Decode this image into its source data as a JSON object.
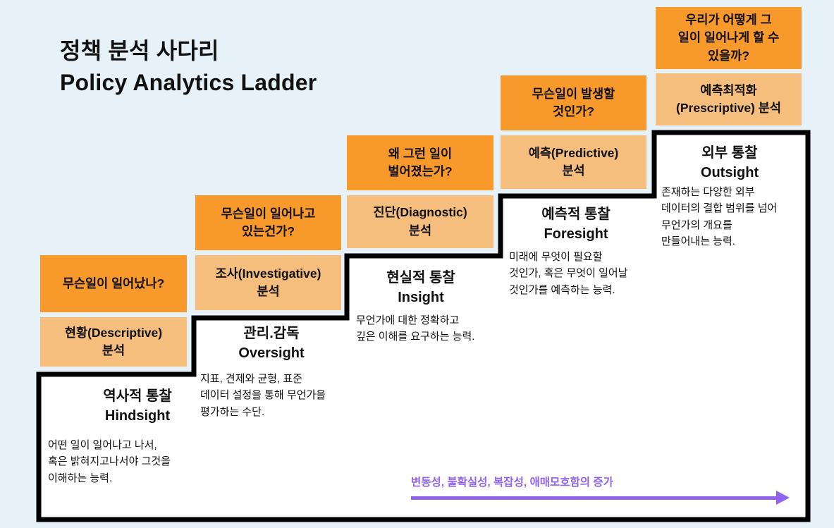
{
  "page": {
    "title_ko": "정책 분석 사다리",
    "title_en": "Policy Analytics Ladder"
  },
  "steps": [
    {
      "question": "무슨일이 일어났나?",
      "analysis": "현황(Descriptive)\n분석",
      "insight_ko": "역사적 통찰",
      "insight_en": "Hindsight",
      "description": "어떤 일이 일어나고 나서,\n혹은 밝혀지고나서야 그것을\n이해하는 능력."
    },
    {
      "question": "무슨일이 일어나고\n있는건가?",
      "analysis": "조사(Investigative)\n분석",
      "insight_ko": "관리.감독",
      "insight_en": "Oversight",
      "description": "지표, 견제와 균형, 표준\n데이터 설정을 통해 무언가을\n평가하는 수단."
    },
    {
      "question": "왜 그런 일이\n벌어졌는가?",
      "analysis": "진단(Diagnostic)\n분석",
      "insight_ko": "현실적 통찰",
      "insight_en": "Insight",
      "description": "무언가에 대한 정확하고\n깊은 이해를 요구하는 능력."
    },
    {
      "question": "무슨일이 발생할\n것인가?",
      "analysis": "예측(Predictive)\n분석",
      "insight_ko": "예측적 통찰",
      "insight_en": "Foresight",
      "description": "미래에 무엇이 필요할\n것인가, 혹은 무엇이 일어날\n것인가를 예측하는 능력."
    },
    {
      "question": "우리가 어떻게 그\n일이 일어나게 할 수\n있을까?",
      "analysis": "예측최적화\n(Prescriptive) 분석",
      "insight_ko": "외부 통찰",
      "insight_en": "Outsight",
      "description": "존재하는 다양한 외부\n데이터의 결합 범위를 넘어\n무언가의 개요를\n만들어내는 능력."
    }
  ],
  "footer_arrow": {
    "label": "변동성, 불확실성, 복잡성, 애매모호함의 증가"
  },
  "colors": {
    "background": "#E6F2F8",
    "question_box": "#F8992C",
    "analysis_box": "#F5BE7D",
    "stair_fill": "#FFFFFF",
    "stair_border": "#000000",
    "arrow": "#8F63EE",
    "text": "#111111"
  }
}
